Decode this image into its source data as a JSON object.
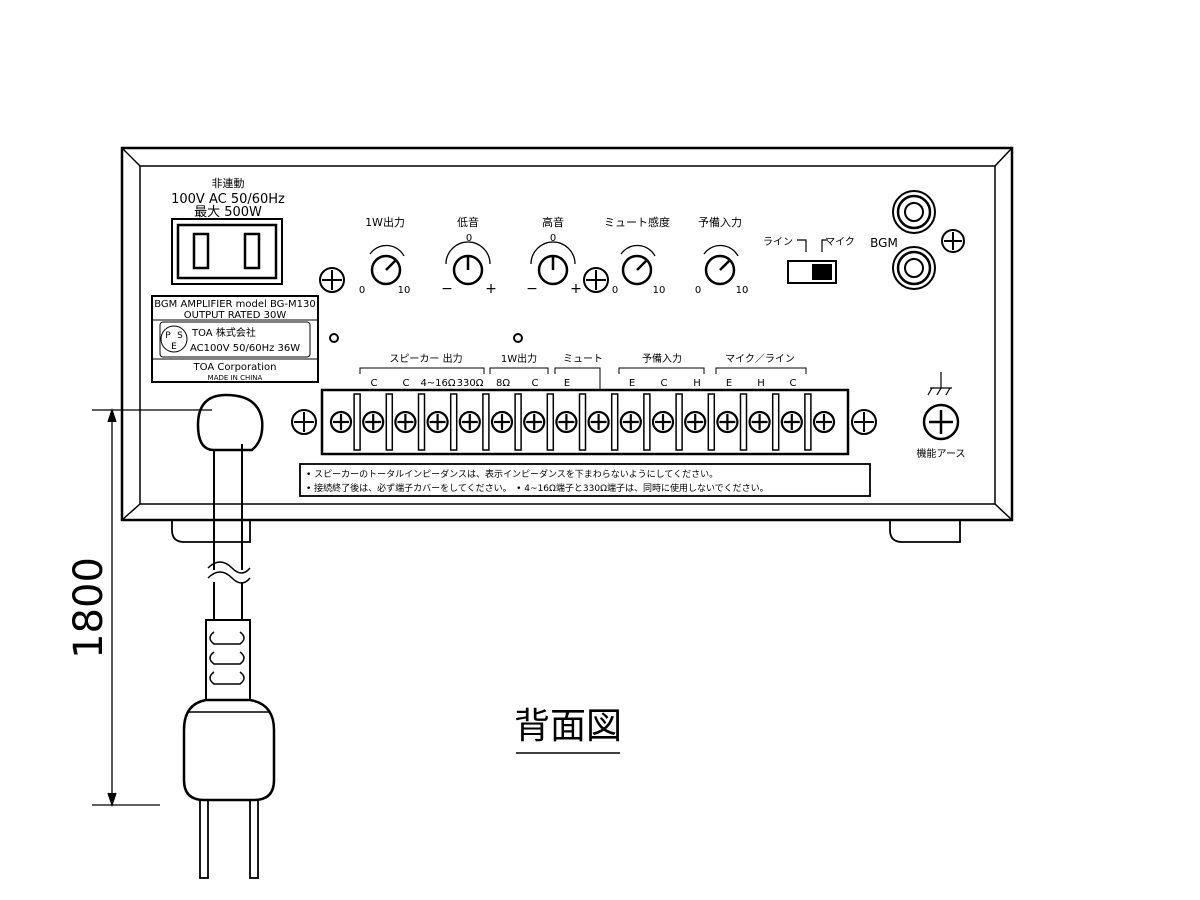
{
  "power": {
    "note": "非連動",
    "rating": "100V AC 50/60Hz",
    "max": "最大 500W"
  },
  "knobs": [
    {
      "label": "1W出力",
      "min": "0",
      "max": "10"
    },
    {
      "label": "低音",
      "center": "0",
      "minus": "−",
      "plus": "+"
    },
    {
      "label": "高音",
      "center": "0",
      "minus": "−",
      "plus": "+"
    },
    {
      "label": "ミュート感度",
      "min": "0",
      "max": "10"
    },
    {
      "label": "予備入力",
      "min": "0",
      "max": "10"
    }
  ],
  "switch": {
    "left_label": "ライン",
    "right_label": "マイク"
  },
  "bgm_jack_label": "BGM",
  "nameplate": {
    "line1": "BGM AMPLIFIER model BG-M130",
    "line2": "OUTPUT RATED 30W",
    "pse_p": "P",
    "pse_s": "S",
    "pse_e": "E",
    "maker": "TOA 株式会社",
    "power": "AC100V 50/60Hz 36W",
    "corp": "TOA Corporation",
    "origin": "MADE IN CHINA"
  },
  "terminal_groups": [
    "スピーカー 出力",
    "1W出力",
    "ミュート",
    "予備入力",
    "マイク／ライン"
  ],
  "terminal_labels": [
    "C",
    "C",
    "4~16Ω",
    "330Ω",
    "8Ω",
    "C",
    "E",
    "E",
    "C",
    "H",
    "E",
    "H",
    "C"
  ],
  "ground_label": "機能アース",
  "notices": [
    "• スピーカーのトータルインピーダンスは、表示インピーダンスを下まわらないようにしてください。",
    "• 接続終了後は、必ず端子カバーをしてください。　• 4~16Ω端子と330Ω端子は、同時に使用しないでください。"
  ],
  "cord_length": "1800",
  "view_title": "背面図"
}
